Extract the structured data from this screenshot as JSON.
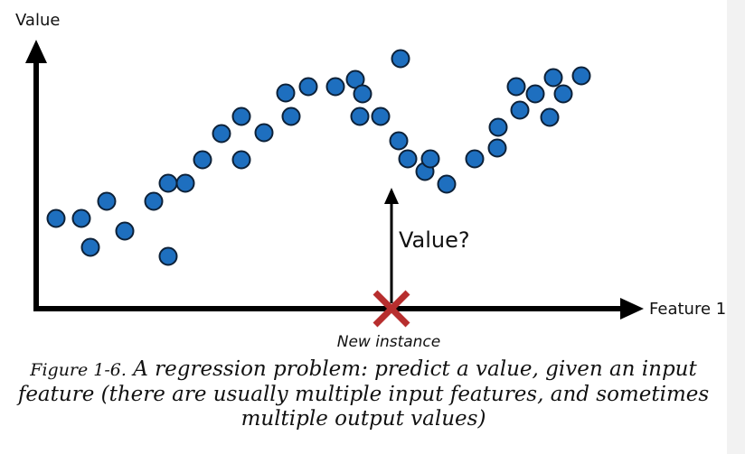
{
  "chart_data": {
    "type": "scatter",
    "ylabel": "Value",
    "xlabel": "Feature 1",
    "points": [
      [
        62,
        242
      ],
      [
        90,
        242
      ],
      [
        100,
        274
      ],
      [
        118,
        223
      ],
      [
        138,
        256
      ],
      [
        170,
        223
      ],
      [
        186,
        284
      ],
      [
        186,
        203
      ],
      [
        205,
        203
      ],
      [
        224,
        177
      ],
      [
        245,
        148
      ],
      [
        267,
        129
      ],
      [
        267,
        177
      ],
      [
        292,
        147
      ],
      [
        316,
        103
      ],
      [
        322,
        129
      ],
      [
        341,
        96
      ],
      [
        371,
        96
      ],
      [
        393,
        88
      ],
      [
        401,
        104
      ],
      [
        398,
        129
      ],
      [
        421,
        129
      ],
      [
        443,
        65
      ],
      [
        441,
        156
      ],
      [
        451,
        176
      ],
      [
        470,
        190
      ],
      [
        476,
        176
      ],
      [
        494,
        204
      ],
      [
        525,
        176
      ],
      [
        550,
        164
      ],
      [
        551,
        141
      ],
      [
        571,
        96
      ],
      [
        575,
        122
      ],
      [
        592,
        104
      ],
      [
        608,
        130
      ],
      [
        612,
        86
      ],
      [
        623,
        104
      ],
      [
        643,
        84
      ]
    ],
    "xlim": [
      0,
      804
    ],
    "ylim": [
      0,
      380
    ],
    "grid": false,
    "marker_fill": "#1e6fbf",
    "marker_edge": "#0d2138",
    "new_instance": {
      "x": 433,
      "label": "New instance",
      "query_label": "Value?",
      "color": "#b72e2e"
    }
  },
  "caption": {
    "figure_label": "Figure 1-6.",
    "text": "A regression problem: predict a value, given an input feature (there are usually multiple input features, and sometimes multiple output values)"
  }
}
